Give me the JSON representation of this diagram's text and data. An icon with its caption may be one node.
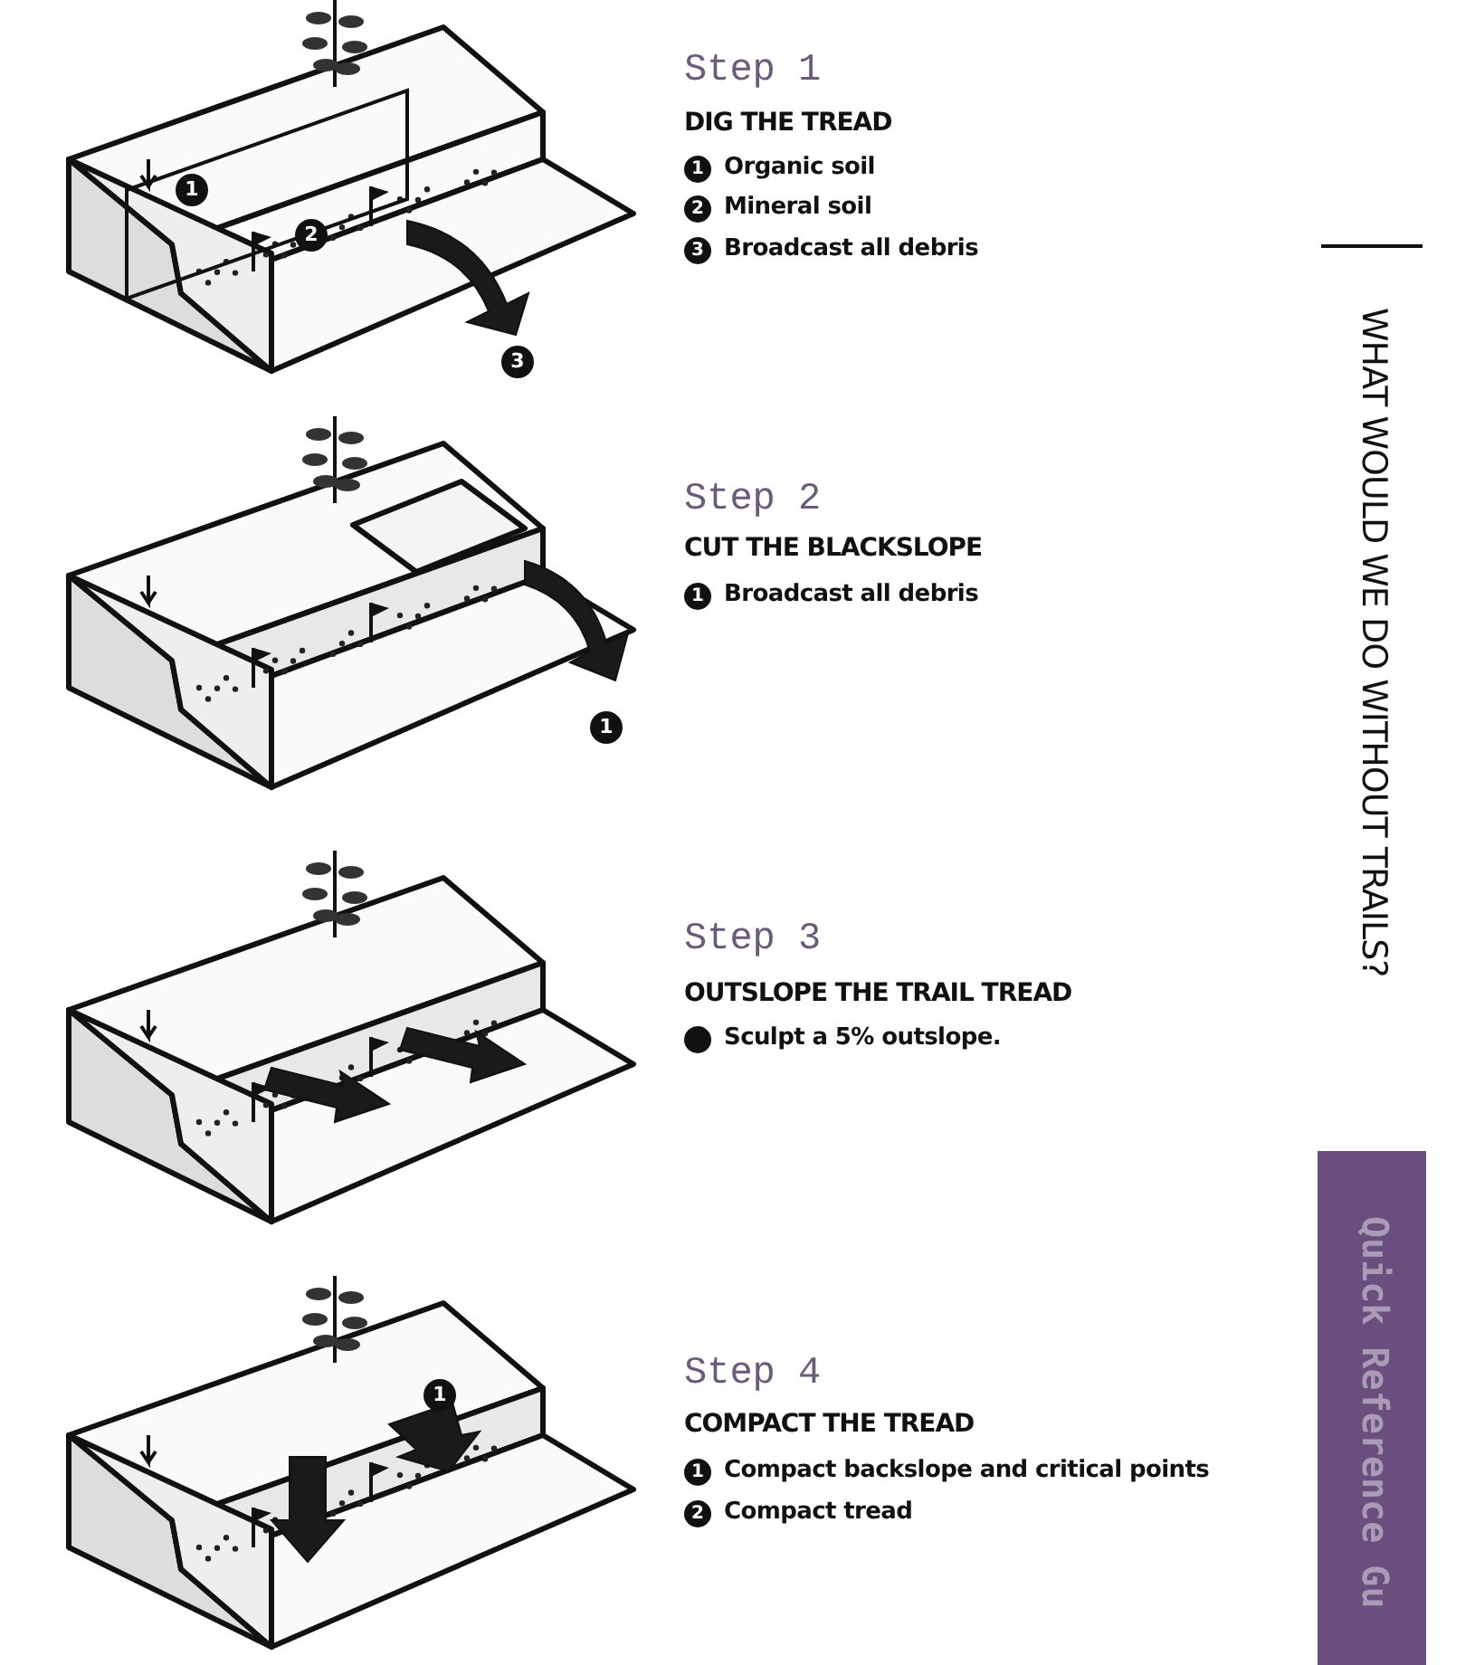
{
  "diagram": {
    "labels": [
      "1",
      "2",
      "3",
      "Step 1",
      "DIG THE TREAD",
      "1",
      "Organic soil",
      "2",
      "Mineral soil",
      "3",
      "Broadcast all debris",
      "1",
      "Step 2",
      "CUT THE BLACKSLOPE",
      "1",
      "Broadcast all debris",
      "Step 3",
      "OUTSLOPE THE TRAIL TREAD",
      "Sculpt a 5% outslope.",
      "1",
      "Step 4",
      "COMPACT THE TREAD",
      "1",
      "Compact backslope and critical points",
      "2",
      "Compact tread",
      "WHAT WOULD WE DO WITHOUT TRAILS?",
      "Quick Reference Gu"
    ]
  }
}
